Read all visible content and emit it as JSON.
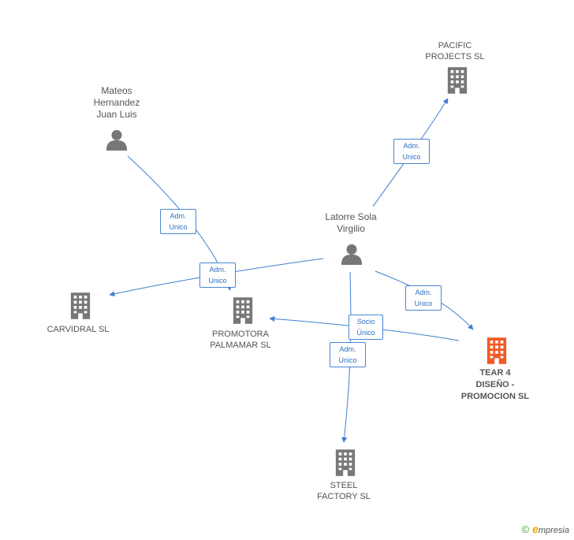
{
  "colors": {
    "edge": "#3f7fd0",
    "building": "#777777",
    "building_main": "#f15a24",
    "person": "#777777"
  },
  "nodes": {
    "mateos": {
      "label": "Mateos\nHernandez\nJuan Luis",
      "icon": "person-icon"
    },
    "latorre": {
      "label": "Latorre Sola\nVirgilio",
      "icon": "person-icon"
    },
    "pacific": {
      "label": "PACIFIC\nPROJECTS SL",
      "icon": "building-icon"
    },
    "carvidral": {
      "label": "CARVIDRAL  SL",
      "icon": "building-icon"
    },
    "promotora": {
      "label": "PROMOTORA\nPALMAMAR SL",
      "icon": "building-icon"
    },
    "tear4": {
      "label": "TEAR 4\nDISEÑO -\nPROMOCION SL",
      "icon": "building-icon"
    },
    "steel": {
      "label": "STEEL\nFACTORY SL",
      "icon": "building-icon"
    }
  },
  "edge_labels": {
    "adm_unico_1": "Adm.\nUnico",
    "adm_unico_2": "Adm.\nUnico",
    "adm_unico_3": "Adm.\nUnico",
    "adm_unico_4": "Adm.\nUnico",
    "adm_unico_5": "Adm.\nUnico",
    "socio_unico": "Socio\nÚnico"
  },
  "footer": {
    "copyright": "©",
    "brand_e": "e",
    "brand_rest": "mpresia"
  }
}
